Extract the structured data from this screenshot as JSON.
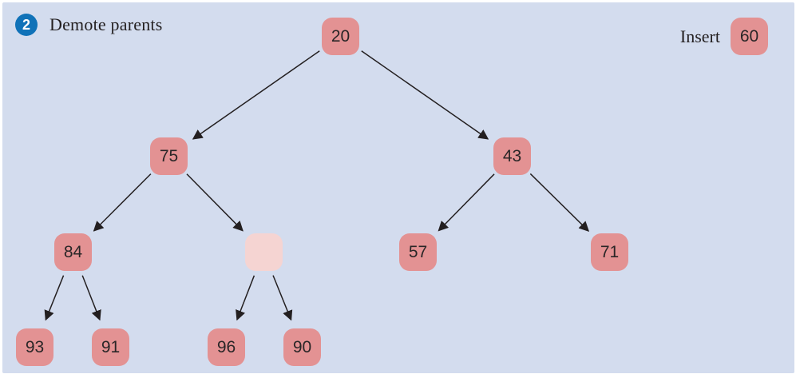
{
  "header": {
    "step_number": "2",
    "title": "Demote parents"
  },
  "insert": {
    "label": "Insert",
    "value": "60"
  },
  "colors": {
    "background": "#d3dcee",
    "node_fill": "#e39293",
    "empty_node_fill": "#f5d4d2",
    "badge_blue": "#1072b8",
    "arrow": "#231f20",
    "node_text": "#2a2627"
  },
  "tree": {
    "nodes": [
      {
        "id": "n20",
        "value": "20",
        "empty": false
      },
      {
        "id": "n75",
        "value": "75",
        "empty": false
      },
      {
        "id": "n43",
        "value": "43",
        "empty": false
      },
      {
        "id": "n84",
        "value": "84",
        "empty": false
      },
      {
        "id": "nEmpty",
        "value": "",
        "empty": true
      },
      {
        "id": "n57",
        "value": "57",
        "empty": false
      },
      {
        "id": "n71",
        "value": "71",
        "empty": false
      },
      {
        "id": "n93",
        "value": "93",
        "empty": false
      },
      {
        "id": "n91",
        "value": "91",
        "empty": false
      },
      {
        "id": "n96",
        "value": "96",
        "empty": false
      },
      {
        "id": "n90",
        "value": "90",
        "empty": false
      }
    ],
    "edges": [
      [
        "n20",
        "n75"
      ],
      [
        "n20",
        "n43"
      ],
      [
        "n75",
        "n84"
      ],
      [
        "n75",
        "nEmpty"
      ],
      [
        "n43",
        "n57"
      ],
      [
        "n43",
        "n71"
      ],
      [
        "n84",
        "n93"
      ],
      [
        "n84",
        "n91"
      ],
      [
        "nEmpty",
        "n96"
      ],
      [
        "nEmpty",
        "n90"
      ]
    ]
  }
}
